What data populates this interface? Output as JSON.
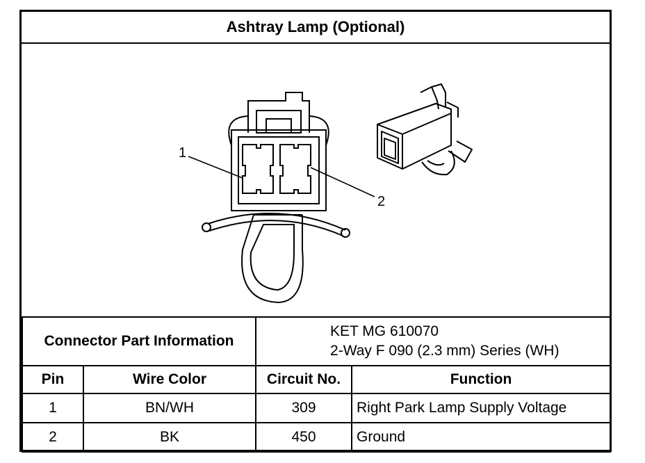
{
  "title": "Ashtray Lamp (Optional)",
  "diagram": {
    "callouts": [
      "1",
      "2"
    ]
  },
  "connector": {
    "label": "Connector Part Information",
    "part_lines": [
      "KET MG 610070",
      "2-Way F 090 (2.3 mm) Series (WH)"
    ]
  },
  "table": {
    "headers": [
      "Pin",
      "Wire Color",
      "Circuit No.",
      "Function"
    ],
    "rows": [
      {
        "pin": "1",
        "wire": "BN/WH",
        "circuit": "309",
        "function": "Right Park Lamp Supply Voltage"
      },
      {
        "pin": "2",
        "wire": "BK",
        "circuit": "450",
        "function": "Ground"
      }
    ]
  }
}
